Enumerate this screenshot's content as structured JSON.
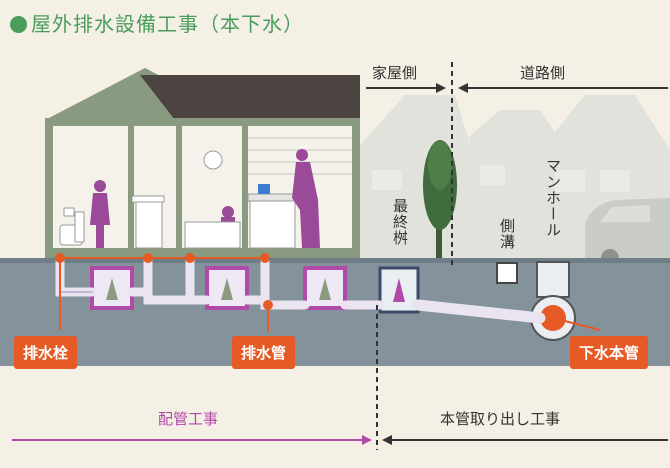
{
  "title": "屋外排水設備工事（本下水）",
  "labels": {
    "house_side": "家屋側",
    "road_side": "道路側",
    "final_basin": "最終桝",
    "side_ditch": "側溝",
    "manhole": "マンホール"
  },
  "callouts": {
    "drain_plug": "排水栓",
    "drain_pipe": "排水管",
    "sewer_main": "下水本管"
  },
  "bottom": {
    "piping_work": "配管工事",
    "main_takeout_work": "本管取り出し工事"
  },
  "colors": {
    "title_green": "#4a9d5c",
    "callout_orange": "#e65a25",
    "pipe_purple": "#b04aa8",
    "house_green": "#8a9a80"
  }
}
